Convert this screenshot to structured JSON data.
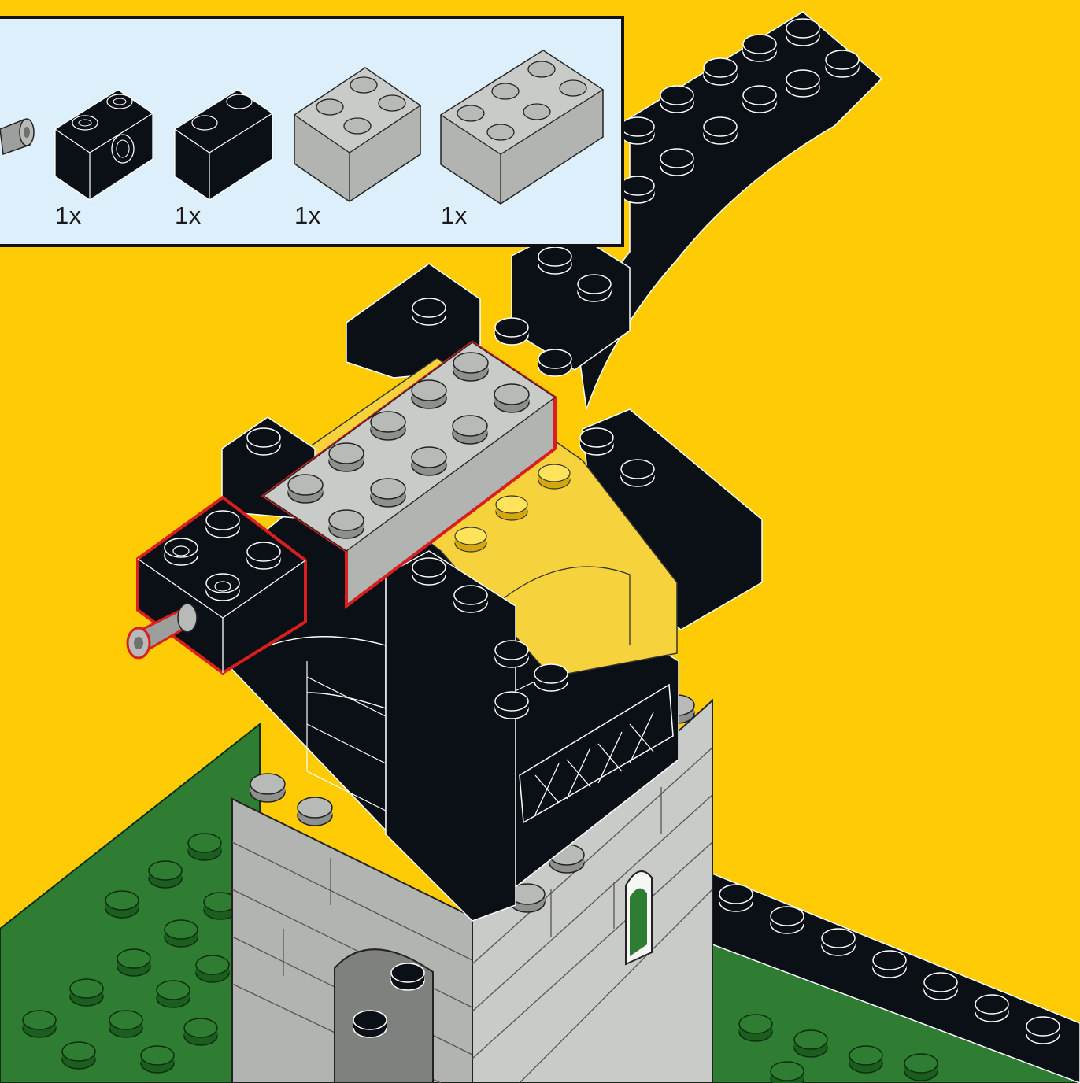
{
  "colors": {
    "background": "#FFCB05",
    "panel": "#DCEFFB",
    "black_brick": "#0A1015",
    "light_gray_brick": "#B2B4B1",
    "light_gray_top": "#C9CBC8",
    "green_baseplate": "#2E7D32",
    "yellow_brick": "#F6D23C",
    "highlight": "#D81E1E"
  },
  "parts_list": {
    "items": [
      {
        "part": "technic-pin",
        "color": "light-gray",
        "quantity": ""
      },
      {
        "part": "technic-brick-1x2-with-hole",
        "color": "black",
        "quantity": "1x"
      },
      {
        "part": "brick-1x2",
        "color": "black",
        "quantity": "1x"
      },
      {
        "part": "brick-2x2",
        "color": "light-gray",
        "quantity": "1x"
      },
      {
        "part": "brick-2x3",
        "color": "light-gray",
        "quantity": "1x"
      }
    ]
  }
}
